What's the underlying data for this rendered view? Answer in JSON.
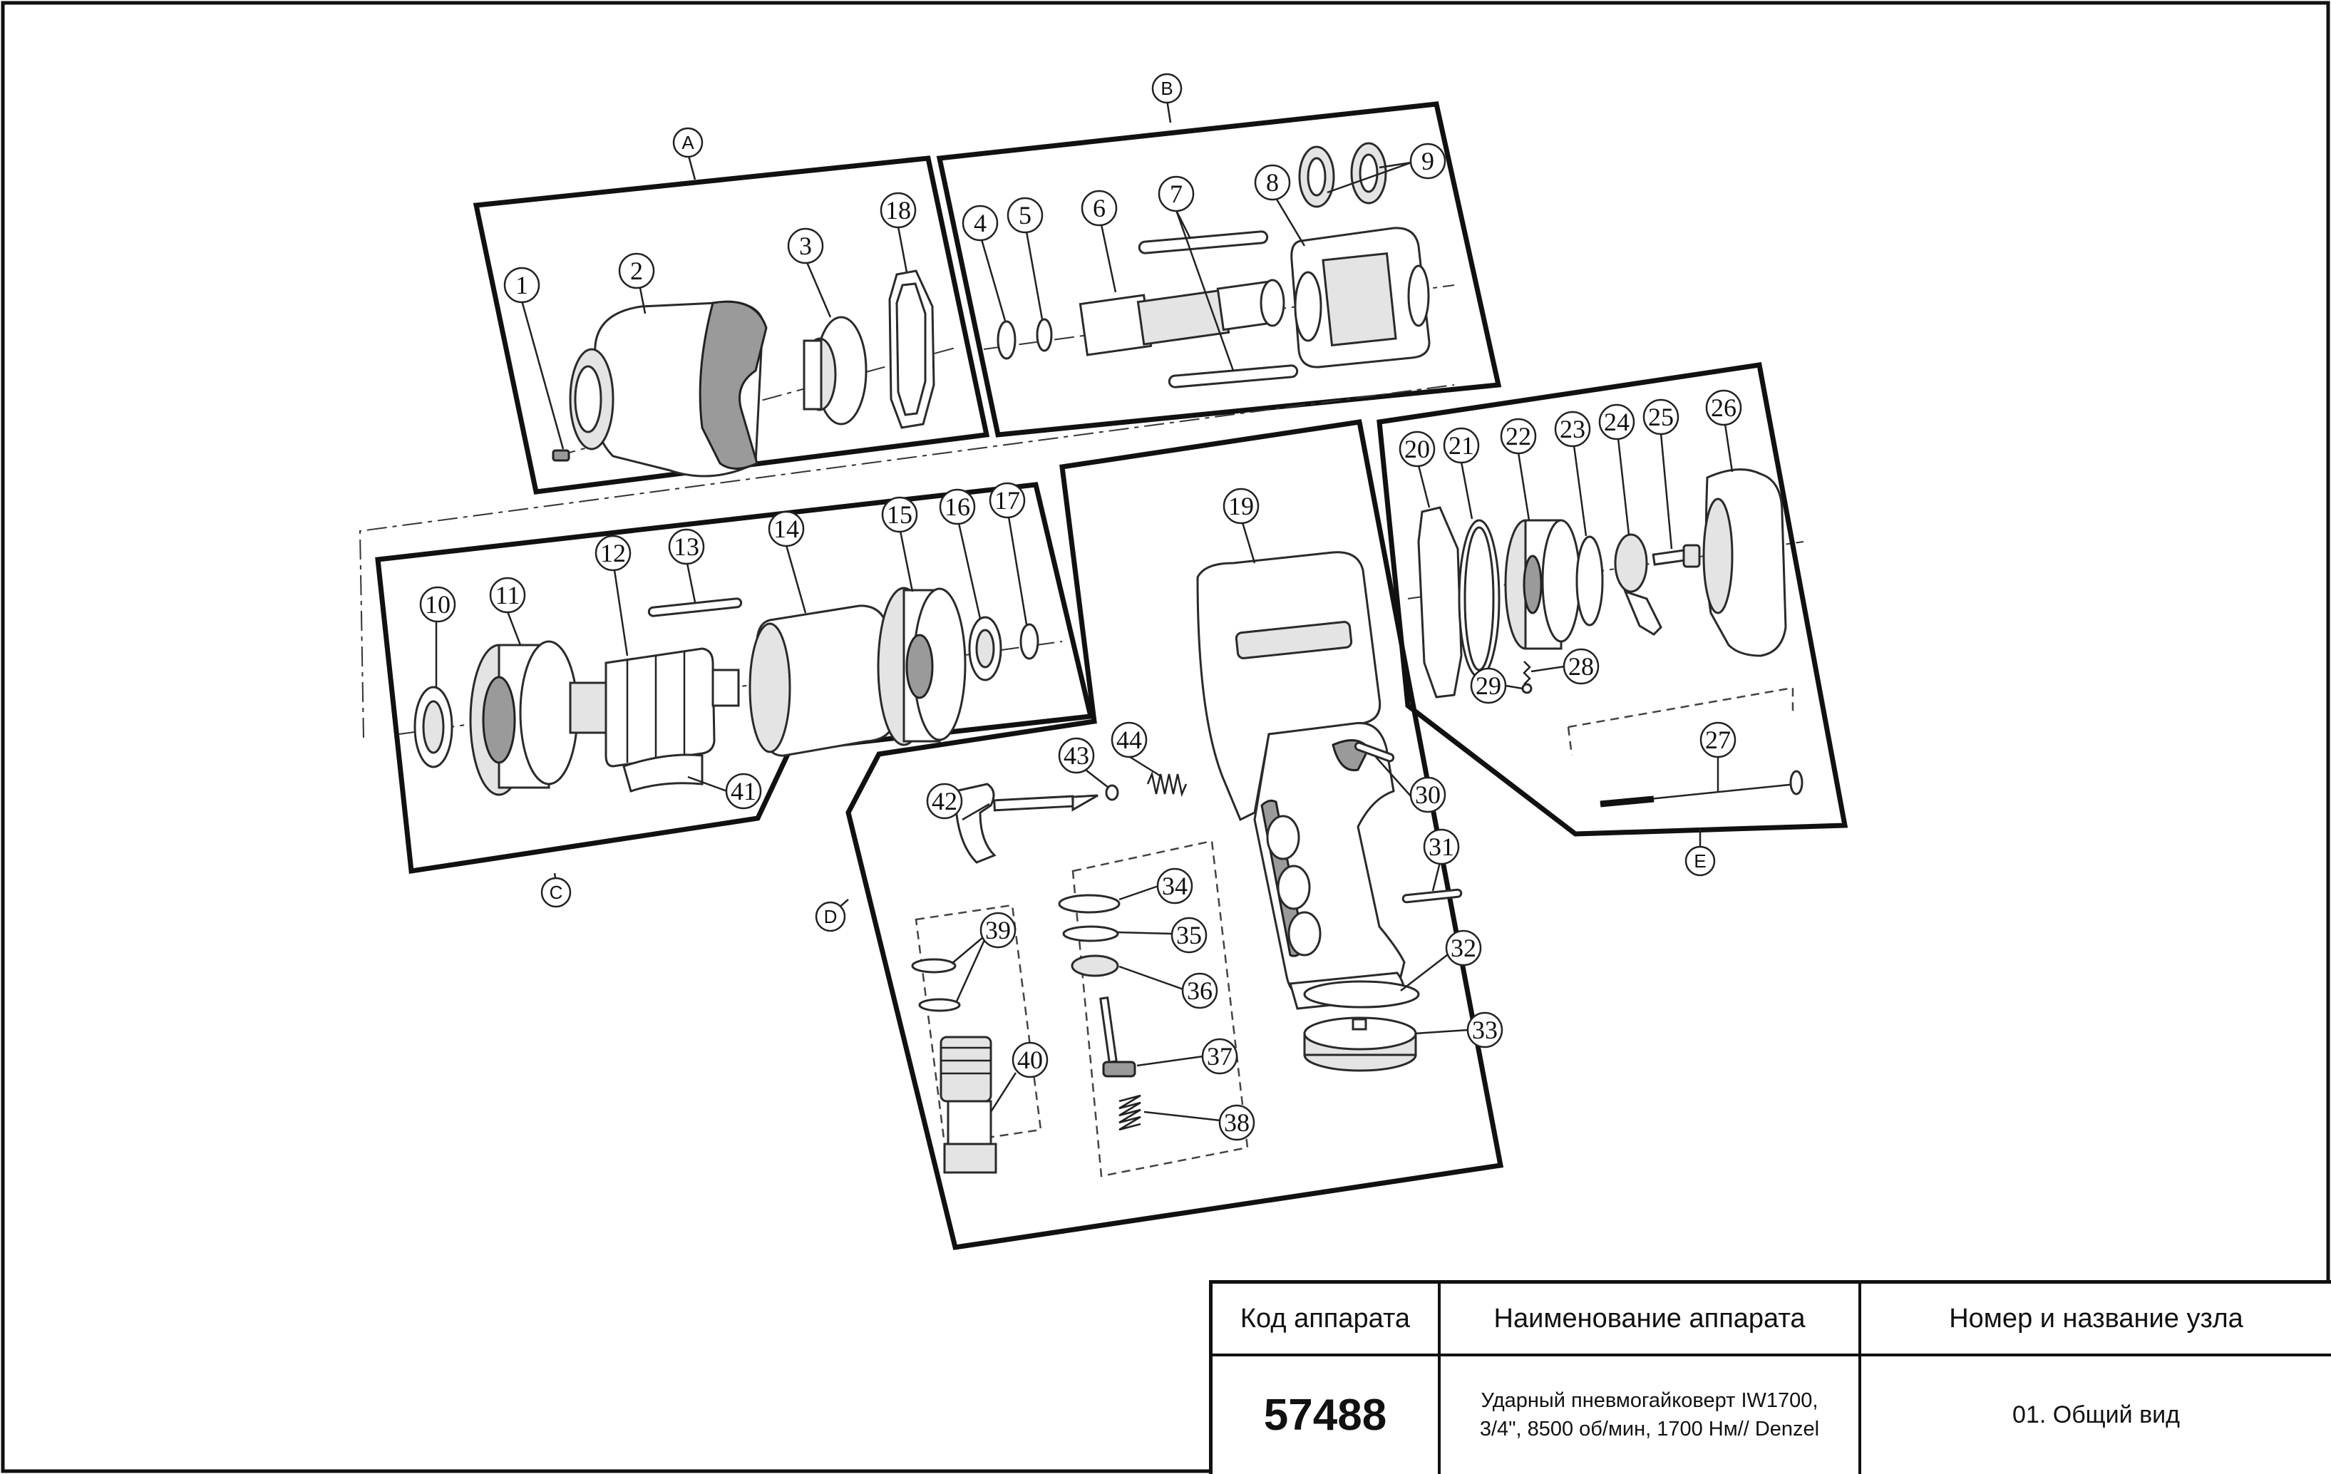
{
  "drawing": {
    "group_labels": [
      "A",
      "B",
      "C",
      "D",
      "E"
    ],
    "part_numbers": [
      "1",
      "2",
      "3",
      "4",
      "5",
      "6",
      "7",
      "8",
      "9",
      "10",
      "11",
      "12",
      "13",
      "14",
      "15",
      "16",
      "17",
      "18",
      "19",
      "20",
      "21",
      "22",
      "23",
      "24",
      "25",
      "26",
      "27",
      "28",
      "29",
      "30",
      "31",
      "32",
      "33",
      "34",
      "35",
      "36",
      "37",
      "38",
      "39",
      "40",
      "41",
      "42",
      "43",
      "44"
    ]
  },
  "title_block": {
    "header_code": "Код аппарата",
    "header_name": "Наименование аппарата",
    "header_node": "Номер и название узла",
    "code": "57488",
    "name_line1": "Ударный пневмогайковерт IW1700,",
    "name_line2": "3/4\", 8500 об/мин, 1700 Нм// Denzel",
    "node": "01. Общий вид"
  }
}
